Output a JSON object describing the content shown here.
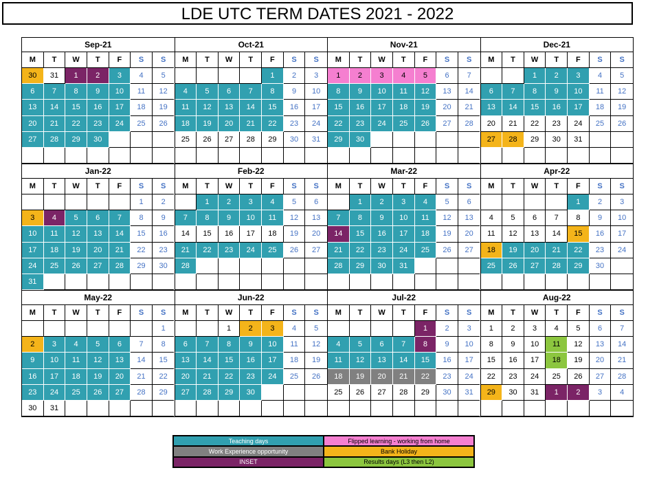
{
  "title": "LDE UTC TERM DATES 2021 - 2022",
  "day_headers": [
    "M",
    "T",
    "W",
    "T",
    "F",
    "S",
    "S"
  ],
  "colors": {
    "teach": "#31a0b0",
    "flip": "#f57fd0",
    "inset": "#7b2466",
    "bank": "#f4b41a",
    "work": "#808080",
    "res": "#8cc63f",
    "weekend_text": "#4472c4"
  },
  "months": [
    {
      "name": "Sep-21",
      "offset": 0,
      "days": [
        "30",
        "31",
        "1",
        "2",
        "3",
        "4",
        "5",
        "6",
        "7",
        "8",
        "9",
        "10",
        "11",
        "12",
        "13",
        "14",
        "15",
        "16",
        "17",
        "18",
        "19",
        "20",
        "21",
        "22",
        "23",
        "24",
        "25",
        "26",
        "27",
        "28",
        "29",
        "30"
      ],
      "status": [
        "bank",
        "",
        "inset",
        "inset",
        "teach",
        "",
        "",
        "teach",
        "teach",
        "teach",
        "teach",
        "teach",
        "",
        "",
        "teach",
        "teach",
        "teach",
        "teach",
        "teach",
        "",
        "",
        "teach",
        "teach",
        "teach",
        "teach",
        "teach",
        "",
        "",
        "teach",
        "teach",
        "teach",
        "teach"
      ]
    },
    {
      "name": "Oct-21",
      "offset": 4,
      "days": [
        "1",
        "2",
        "3",
        "4",
        "5",
        "6",
        "7",
        "8",
        "9",
        "10",
        "11",
        "12",
        "13",
        "14",
        "15",
        "16",
        "17",
        "18",
        "19",
        "20",
        "21",
        "22",
        "23",
        "24",
        "25",
        "26",
        "27",
        "28",
        "29",
        "30",
        "31"
      ],
      "status": [
        "teach",
        "",
        "",
        "teach",
        "teach",
        "teach",
        "teach",
        "teach",
        "",
        "",
        "teach",
        "teach",
        "teach",
        "teach",
        "teach",
        "",
        "",
        "teach",
        "teach",
        "teach",
        "teach",
        "teach",
        "",
        "",
        "",
        "",
        "",
        "",
        "",
        "",
        ""
      ]
    },
    {
      "name": "Nov-21",
      "offset": 0,
      "days": [
        "1",
        "2",
        "3",
        "4",
        "5",
        "6",
        "7",
        "8",
        "9",
        "10",
        "11",
        "12",
        "13",
        "14",
        "15",
        "16",
        "17",
        "18",
        "19",
        "20",
        "21",
        "22",
        "23",
        "24",
        "25",
        "26",
        "27",
        "28",
        "29",
        "30"
      ],
      "status": [
        "flip",
        "flip",
        "flip",
        "flip",
        "flip",
        "",
        "",
        "teach",
        "teach",
        "teach",
        "teach",
        "teach",
        "",
        "",
        "teach",
        "teach",
        "teach",
        "teach",
        "teach",
        "",
        "",
        "teach",
        "teach",
        "teach",
        "teach",
        "teach",
        "",
        "",
        "teach",
        "teach"
      ]
    },
    {
      "name": "Dec-21",
      "offset": 2,
      "days": [
        "1",
        "2",
        "3",
        "4",
        "5",
        "6",
        "7",
        "8",
        "9",
        "10",
        "11",
        "12",
        "13",
        "14",
        "15",
        "16",
        "17",
        "18",
        "19",
        "20",
        "21",
        "22",
        "23",
        "24",
        "25",
        "26",
        "27",
        "28",
        "29",
        "30",
        "31"
      ],
      "status": [
        "teach",
        "teach",
        "teach",
        "",
        "",
        "teach",
        "teach",
        "teach",
        "teach",
        "teach",
        "",
        "",
        "teach",
        "teach",
        "teach",
        "teach",
        "teach",
        "",
        "",
        "",
        "",
        "",
        "",
        "",
        "",
        "",
        "bank",
        "bank",
        "",
        "",
        ""
      ]
    },
    {
      "name": "Jan-22",
      "offset": 5,
      "days": [
        "1",
        "2",
        "3",
        "4",
        "5",
        "6",
        "7",
        "8",
        "9",
        "10",
        "11",
        "12",
        "13",
        "14",
        "15",
        "16",
        "17",
        "18",
        "19",
        "20",
        "21",
        "22",
        "23",
        "24",
        "25",
        "26",
        "27",
        "28",
        "29",
        "30",
        "31"
      ],
      "status": [
        "",
        "",
        "bank",
        "inset",
        "teach",
        "teach",
        "teach",
        "",
        "",
        "teach",
        "teach",
        "teach",
        "teach",
        "teach",
        "",
        "",
        "teach",
        "teach",
        "teach",
        "teach",
        "teach",
        "",
        "",
        "teach",
        "teach",
        "teach",
        "teach",
        "teach",
        "",
        "",
        "teach"
      ]
    },
    {
      "name": "Feb-22",
      "offset": 1,
      "days": [
        "1",
        "2",
        "3",
        "4",
        "5",
        "6",
        "7",
        "8",
        "9",
        "10",
        "11",
        "12",
        "13",
        "14",
        "15",
        "16",
        "17",
        "18",
        "19",
        "20",
        "21",
        "22",
        "23",
        "24",
        "25",
        "26",
        "27",
        "28"
      ],
      "status": [
        "teach",
        "teach",
        "teach",
        "teach",
        "",
        "",
        "teach",
        "teach",
        "teach",
        "teach",
        "teach",
        "",
        "",
        "",
        "",
        "",
        "",
        "",
        "",
        "",
        "teach",
        "teach",
        "teach",
        "teach",
        "teach",
        "",
        "",
        "teach"
      ]
    },
    {
      "name": "Mar-22",
      "offset": 1,
      "days": [
        "1",
        "2",
        "3",
        "4",
        "5",
        "6",
        "7",
        "8",
        "9",
        "10",
        "11",
        "12",
        "13",
        "14",
        "15",
        "16",
        "17",
        "18",
        "19",
        "20",
        "21",
        "22",
        "23",
        "24",
        "25",
        "26",
        "27",
        "28",
        "29",
        "30",
        "31"
      ],
      "status": [
        "teach",
        "teach",
        "teach",
        "teach",
        "",
        "",
        "teach",
        "teach",
        "teach",
        "teach",
        "teach",
        "",
        "",
        "inset",
        "teach",
        "teach",
        "teach",
        "teach",
        "",
        "",
        "teach",
        "teach",
        "teach",
        "teach",
        "teach",
        "",
        "",
        "teach",
        "teach",
        "teach",
        "teach"
      ]
    },
    {
      "name": "Apr-22",
      "offset": 4,
      "days": [
        "1",
        "2",
        "3",
        "4",
        "5",
        "6",
        "7",
        "8",
        "9",
        "10",
        "11",
        "12",
        "13",
        "14",
        "15",
        "16",
        "17",
        "18",
        "19",
        "20",
        "21",
        "22",
        "23",
        "24",
        "25",
        "26",
        "27",
        "28",
        "29",
        "30"
      ],
      "status": [
        "teach",
        "",
        "",
        "",
        "",
        "",
        "",
        "",
        "",
        "",
        "",
        "",
        "",
        "",
        "bank",
        "",
        "",
        "bank",
        "teach",
        "teach",
        "teach",
        "teach",
        "",
        "",
        "teach",
        "teach",
        "teach",
        "teach",
        "teach",
        ""
      ]
    },
    {
      "name": "May-22",
      "offset": 6,
      "days": [
        "1",
        "2",
        "3",
        "4",
        "5",
        "6",
        "7",
        "8",
        "9",
        "10",
        "11",
        "12",
        "13",
        "14",
        "15",
        "16",
        "17",
        "18",
        "19",
        "20",
        "21",
        "22",
        "23",
        "24",
        "25",
        "26",
        "27",
        "28",
        "29",
        "30",
        "31"
      ],
      "status": [
        "",
        "bank",
        "teach",
        "teach",
        "teach",
        "teach",
        "",
        "",
        "teach",
        "teach",
        "teach",
        "teach",
        "teach",
        "",
        "",
        "teach",
        "teach",
        "teach",
        "teach",
        "teach",
        "",
        "",
        "teach",
        "teach",
        "teach",
        "teach",
        "teach",
        "",
        "",
        "",
        ""
      ]
    },
    {
      "name": "Jun-22",
      "offset": 2,
      "days": [
        "1",
        "2",
        "3",
        "4",
        "5",
        "6",
        "7",
        "8",
        "9",
        "10",
        "11",
        "12",
        "13",
        "14",
        "15",
        "16",
        "17",
        "18",
        "19",
        "20",
        "21",
        "22",
        "23",
        "24",
        "25",
        "26",
        "27",
        "28",
        "29",
        "30"
      ],
      "status": [
        "",
        "bank",
        "bank",
        "",
        "",
        "teach",
        "teach",
        "teach",
        "teach",
        "teach",
        "",
        "",
        "teach",
        "teach",
        "teach",
        "teach",
        "teach",
        "",
        "",
        "teach",
        "teach",
        "teach",
        "teach",
        "teach",
        "",
        "",
        "teach",
        "teach",
        "teach",
        "teach"
      ]
    },
    {
      "name": "Jul-22",
      "offset": 4,
      "days": [
        "1",
        "2",
        "3",
        "4",
        "5",
        "6",
        "7",
        "8",
        "9",
        "10",
        "11",
        "12",
        "13",
        "14",
        "15",
        "16",
        "17",
        "18",
        "19",
        "20",
        "21",
        "22",
        "23",
        "24",
        "25",
        "26",
        "27",
        "28",
        "29",
        "30",
        "31"
      ],
      "status": [
        "inset",
        "",
        "",
        "teach",
        "teach",
        "teach",
        "teach",
        "inset",
        "",
        "",
        "teach",
        "teach",
        "teach",
        "teach",
        "teach",
        "",
        "",
        "work",
        "work",
        "work",
        "work",
        "work",
        "",
        "",
        "",
        "",
        "",
        "",
        "",
        "",
        ""
      ]
    },
    {
      "name": "Aug-22",
      "offset": 0,
      "days": [
        "1",
        "2",
        "3",
        "4",
        "5",
        "6",
        "7",
        "8",
        "9",
        "10",
        "11",
        "12",
        "13",
        "14",
        "15",
        "16",
        "17",
        "18",
        "19",
        "20",
        "21",
        "22",
        "23",
        "24",
        "25",
        "26",
        "27",
        "28",
        "29",
        "30",
        "31",
        "1",
        "2",
        "3",
        "4"
      ],
      "status": [
        "",
        "",
        "",
        "",
        "",
        "",
        "",
        "",
        "",
        "",
        "res",
        "",
        "",
        "",
        "",
        "",
        "",
        "res",
        "",
        "",
        "",
        "",
        "",
        "",
        "",
        "",
        "",
        "",
        "bank",
        "",
        "",
        "inset",
        "inset",
        "",
        ""
      ]
    }
  ],
  "legend": [
    {
      "label": "Teaching days",
      "cls": "teach"
    },
    {
      "label": "Flipped learning - working from home",
      "cls": "flip"
    },
    {
      "label": "Work Experience opportunity",
      "cls": "work"
    },
    {
      "label": "Bank Holiday",
      "cls": "bank"
    },
    {
      "label": "INSET",
      "cls": "inset"
    },
    {
      "label": "Results days (L3 then L2)",
      "cls": "res"
    }
  ]
}
